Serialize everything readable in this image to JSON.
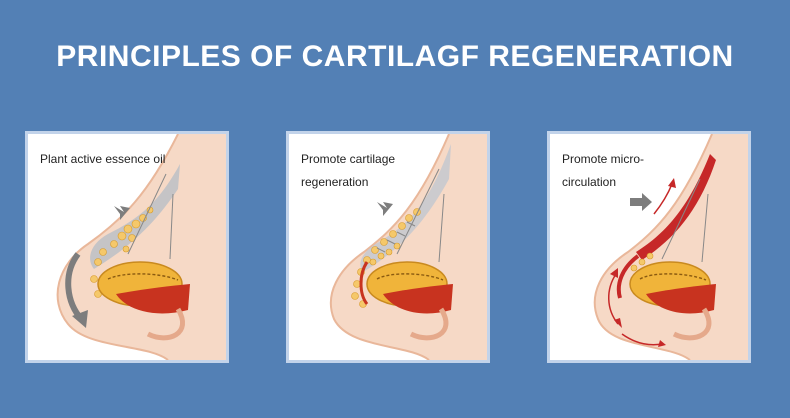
{
  "title": "PRINCIPLES OF CARTILAGF REGENERATION",
  "panels": [
    {
      "caption": "Plant active essence oil",
      "illustration": "nose-cross-section-oil-icon"
    },
    {
      "caption": "Promote cartilage\nregeneration",
      "illustration": "nose-cross-section-regeneration-icon"
    },
    {
      "caption": "Promote micro-\ncirculation",
      "illustration": "nose-cross-section-circulation-icon"
    }
  ],
  "colors": {
    "background": "#5380b5",
    "skin": "#f6d9c6",
    "cartilage": "#f0b43a",
    "tissue": "#c8331f",
    "oil": "#f5c86a",
    "arrow": "#7d7d7d",
    "flow": "#c62828"
  }
}
